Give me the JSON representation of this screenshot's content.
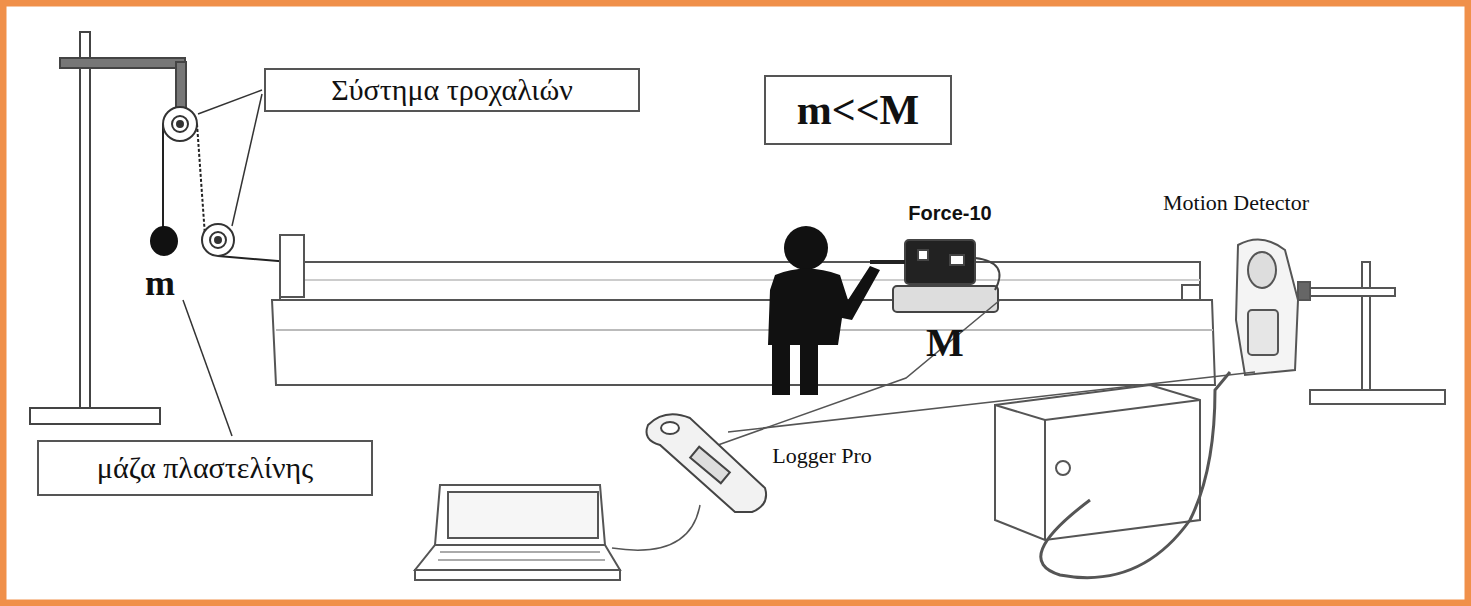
{
  "diagram": {
    "nodes": [
      {
        "text": [
          "Σύστημα τροχαλιών"
        ]
      },
      {
        "text": [
          "m<<M"
        ]
      },
      {
        "text": [
          "μάζα πλαστελίνης"
        ]
      }
    ],
    "labels": [
      "m",
      "Force-10",
      "Motion Detector",
      "M",
      "Logger Pro"
    ]
  }
}
